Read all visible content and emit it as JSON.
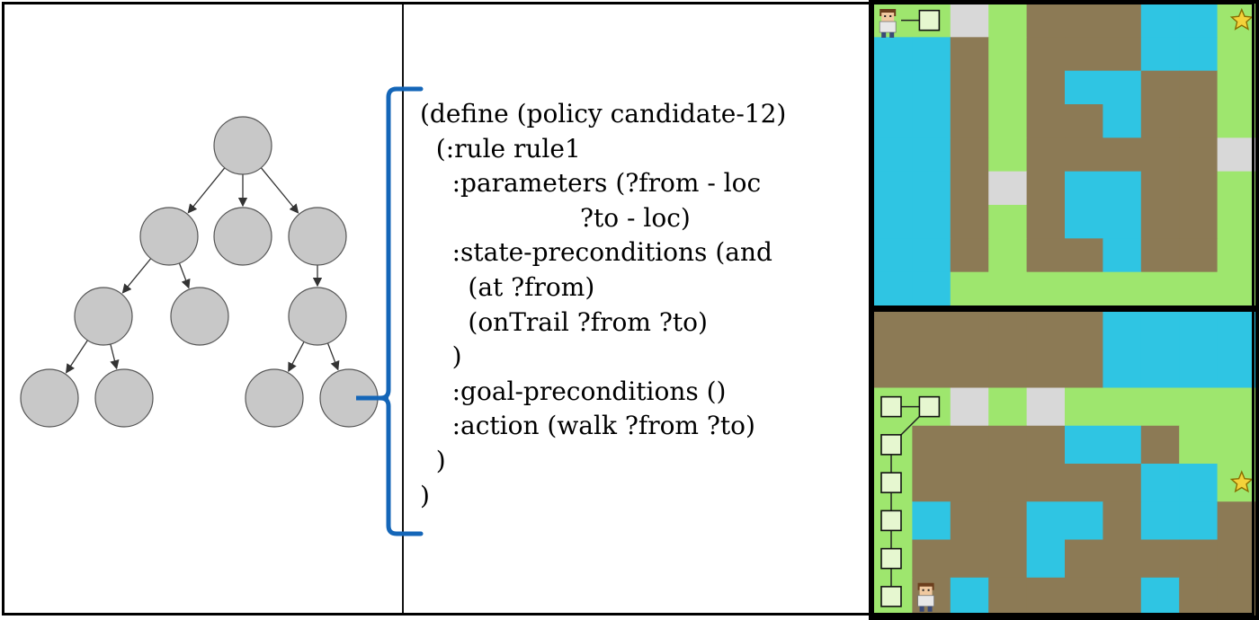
{
  "colors": {
    "node_fill": "#c8c8c8",
    "edge": "#333333",
    "bracket": "#1466b8",
    "water": "#2fc5e3",
    "grass": "#9ee66e",
    "dirt": "#8c7a55",
    "stone": "#d8d8d8",
    "trail_box": "#e6f7d0",
    "star": "#f4d23a"
  },
  "code": {
    "lines": [
      "(define (policy candidate-12)",
      "  (:rule rule1",
      "    :parameters (?from - loc",
      "                    ?to - loc)",
      "    :state-preconditions (and",
      "      (at ?from)",
      "      (onTrail ?from ?to)",
      "    )",
      "    :goal-preconditions ()",
      "    :action (walk ?from ?to)",
      "  )",
      ")"
    ]
  },
  "maps": {
    "icons": {
      "agent": "person-sprite-icon",
      "goal": "star-icon",
      "trail": "trail-marker-icon"
    },
    "top": {
      "legend": "W=water, G=grass, D=dirt, S=stone",
      "grid": [
        "GGSGDDDWWG",
        "WWDGDDDWWG",
        "WWDGDWWDDG",
        "WWDGDDWDDG",
        "WWDGDDDDDS",
        "WWDSDWWDDG",
        "WWDGDWWDDG",
        "WWDGDDWDDG",
        "WWGGGGGGGG"
      ],
      "agent": [
        0,
        0
      ],
      "goal": [
        0,
        9
      ],
      "trail": [
        [
          0,
          1
        ]
      ]
    },
    "bottom": {
      "legend": "W=water, G=grass, D=dirt, S=stone",
      "grid": [
        "DDDDDDWWWW",
        "DDDDDDWWWW",
        "GGSGSGGGGG",
        "GDDDDWWDGG",
        "GDDDDDDWWG",
        "GWDDWWDWWD",
        "GDDDWDDDDD",
        "GDWDDDDWDD"
      ],
      "agent": [
        7,
        1
      ],
      "goal": [
        4,
        9
      ],
      "trail": [
        [
          2,
          0
        ],
        [
          2,
          1
        ],
        [
          3,
          0
        ],
        [
          4,
          0
        ],
        [
          5,
          0
        ],
        [
          6,
          0
        ],
        [
          7,
          0
        ]
      ]
    }
  }
}
